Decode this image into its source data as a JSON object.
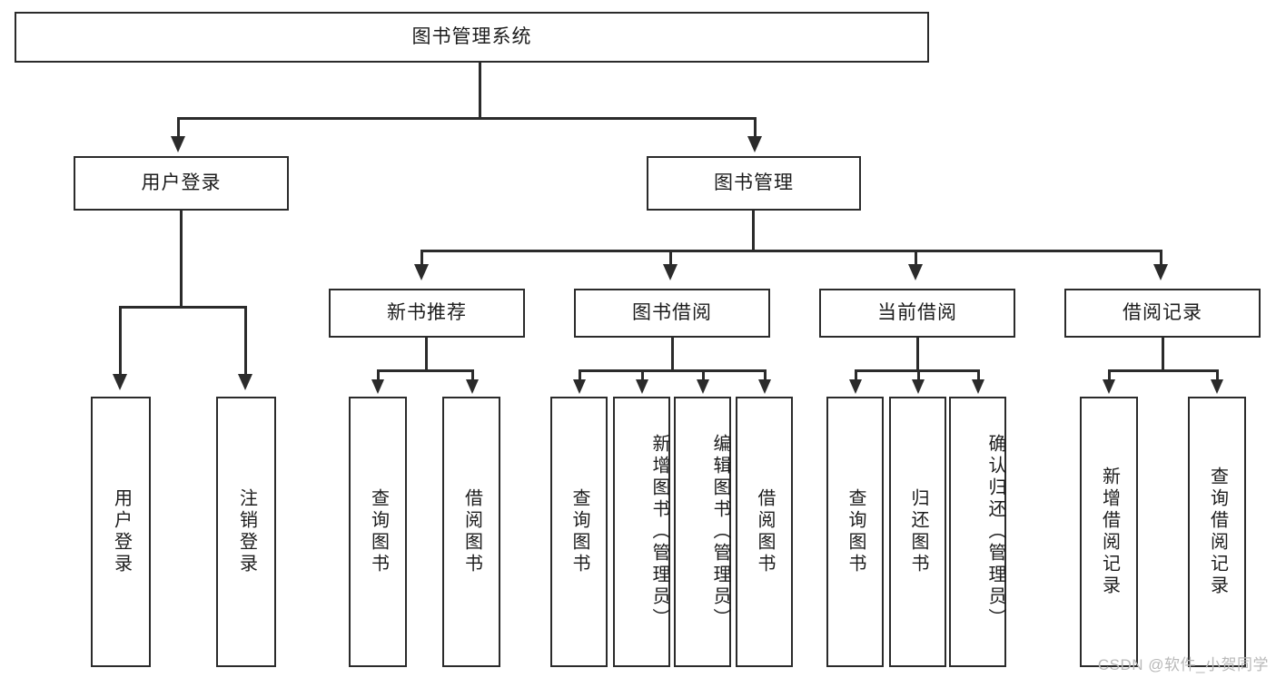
{
  "diagram": {
    "title": "图书管理系统",
    "type": "hierarchy-tree",
    "root": {
      "label": "图书管理系统"
    },
    "level2": [
      {
        "label": "用户登录"
      },
      {
        "label": "图书管理"
      }
    ],
    "level3": [
      {
        "label": "新书推荐"
      },
      {
        "label": "图书借阅"
      },
      {
        "label": "当前借阅"
      },
      {
        "label": "借阅记录"
      }
    ],
    "leaves": {
      "user_login": [
        {
          "label": "用户登录"
        },
        {
          "label": "注销登录"
        }
      ],
      "new_book_recommend": [
        {
          "label": "查询图书"
        },
        {
          "label": "借阅图书"
        }
      ],
      "book_borrow": [
        {
          "label": "查询图书"
        },
        {
          "label": "新增图书（管理员）"
        },
        {
          "label": "编辑图书（管理员）"
        },
        {
          "label": "借阅图书"
        }
      ],
      "current_borrow": [
        {
          "label": "查询图书"
        },
        {
          "label": "归还图书"
        },
        {
          "label": "确认归还（管理员）"
        }
      ],
      "borrow_record": [
        {
          "label": "新增借阅记录"
        },
        {
          "label": "查询借阅记录"
        }
      ]
    }
  },
  "watermark": {
    "text": "CSDN @软件_小贺同学"
  },
  "colors": {
    "stroke": "#2b2b2b",
    "background": "#ffffff",
    "text": "#1c1c1c",
    "watermark": "#b9b9b9"
  }
}
